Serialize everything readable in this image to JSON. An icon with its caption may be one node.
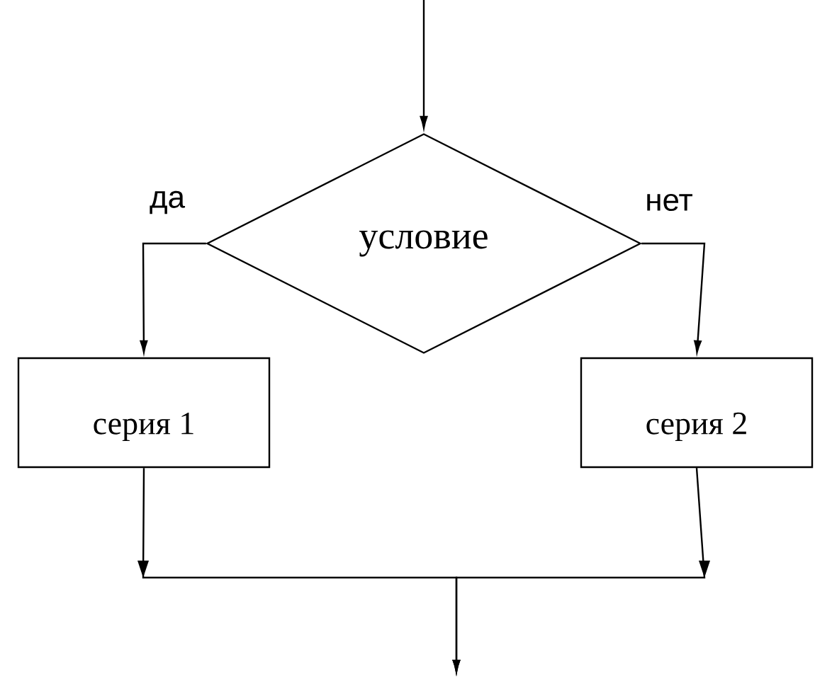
{
  "diagram": {
    "nodes": [
      {
        "text": [
          "условие"
        ]
      },
      {
        "text": [
          "серия 1"
        ]
      },
      {
        "text": [
          "серия 2"
        ]
      }
    ],
    "edges": [
      {
        "from": null,
        "to": 0,
        "arrow": "to"
      },
      {
        "from": 0,
        "to": 1,
        "arrow": "to",
        "label": "да"
      },
      {
        "from": 0,
        "to": 2,
        "arrow": "to",
        "label": "нет"
      },
      {
        "from": 1,
        "to": null,
        "arrow": "to"
      },
      {
        "from": 2,
        "to": null,
        "arrow": "to"
      }
    ]
  }
}
